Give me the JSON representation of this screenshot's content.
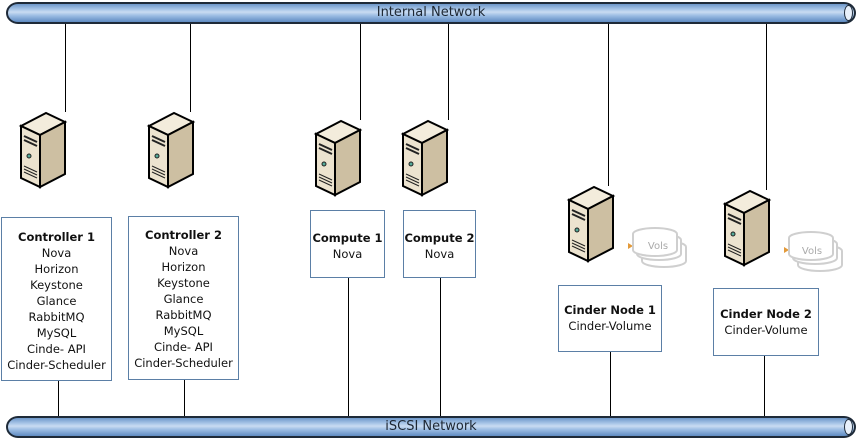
{
  "networks": {
    "internal": {
      "label": "Internal Network"
    },
    "iscsi": {
      "label": "iSCSI Network"
    }
  },
  "nodes": [
    {
      "title": "Controller 1",
      "services": [
        "Nova",
        "Horizon",
        "Keystone",
        "Glance",
        "RabbitMQ",
        "MySQL",
        "Cinde- API",
        "Cinder-Scheduler"
      ]
    },
    {
      "title": "Controller 2",
      "services": [
        "Nova",
        "Horizon",
        "Keystone",
        "Glance",
        "RabbitMQ",
        "MySQL",
        "Cinde- API",
        "Cinder-Scheduler"
      ]
    },
    {
      "title": "Compute 1",
      "services": [
        "Nova"
      ]
    },
    {
      "title": "Compute 2",
      "services": [
        "Nova"
      ]
    },
    {
      "title": "Cinder Node 1",
      "services": [
        "Cinder-Volume"
      ],
      "storage_label": "Vols"
    },
    {
      "title": "Cinder Node 2",
      "services": [
        "Cinder-Volume"
      ],
      "storage_label": "Vols"
    }
  ],
  "colors": {
    "pipe": "#8fb2dc",
    "box_border": "#5b7fa6",
    "server": "#e6dcc6"
  }
}
